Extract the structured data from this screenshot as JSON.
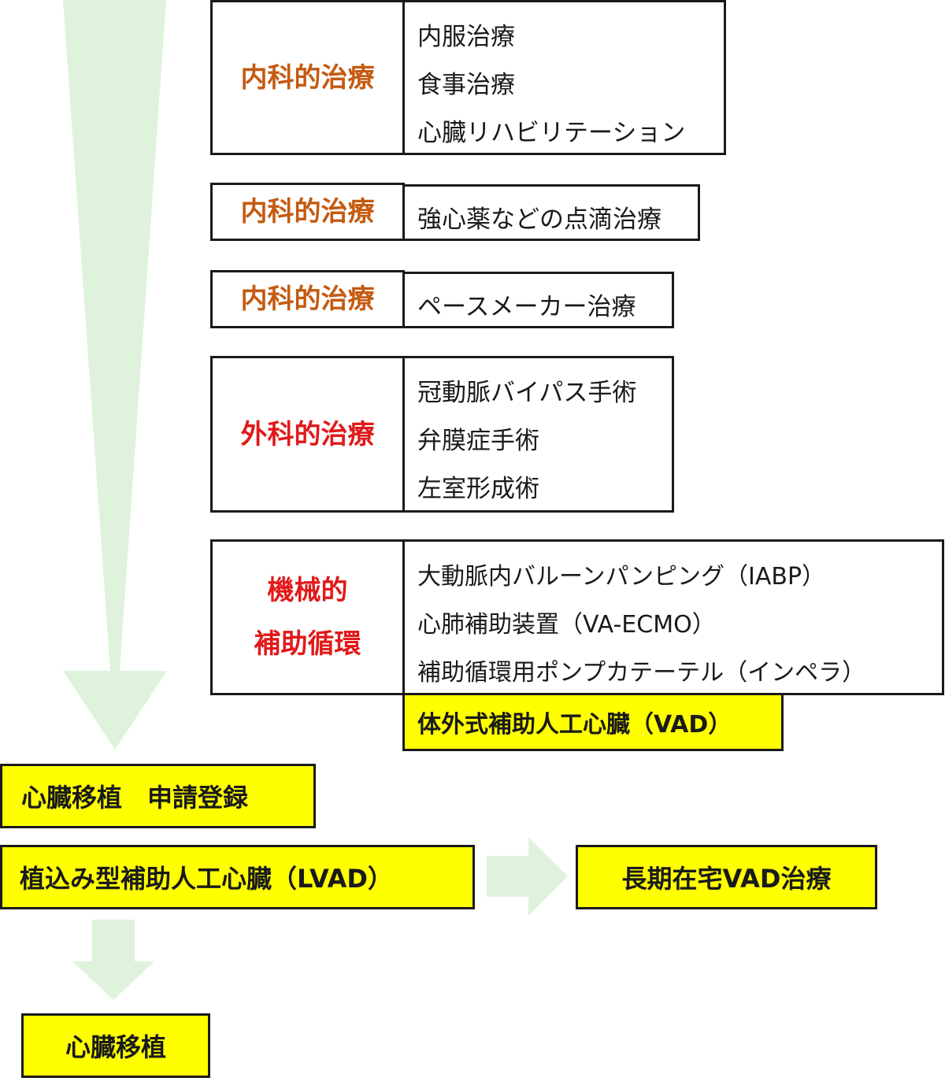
{
  "colors": {
    "arrow_fill": "#dff3dc",
    "category_medical": "#c55a11",
    "category_surgical": "#e11919",
    "highlight": "#ffff00",
    "border": "#1a1a1a"
  },
  "tiers": [
    {
      "category": "内科的治療",
      "items": [
        "内服治療",
        "食事治療",
        "心臓リハビリテーション"
      ]
    },
    {
      "category": "内科的治療",
      "items": [
        "強心薬などの点滴治療"
      ]
    },
    {
      "category": "内科的治療",
      "items": [
        "ペースメーカー治療"
      ]
    },
    {
      "category": "外科的治療",
      "items": [
        "冠動脈バイパス手術",
        "弁膜症手術",
        "左室形成術"
      ]
    },
    {
      "category": "機械的\n補助循環",
      "items": [
        "大動脈内バルーンパンピング（IABP）",
        "心肺補助装置（VA-ECMO）",
        "補助循環用ポンプカテーテル（インペラ）"
      ]
    }
  ],
  "vad": "体外式補助人工心臓（VAD）",
  "transplant_registration": "心臓移植　申請登録",
  "lvad": "植込み型補助人工心臓（LVAD）",
  "home_vad": "長期在宅VAD治療",
  "transplant": "心臓移植",
  "icons": {
    "main_arrow": "arrow-down-icon",
    "right_arrow": "arrow-right-icon",
    "small_down_arrow": "arrow-down-icon"
  }
}
